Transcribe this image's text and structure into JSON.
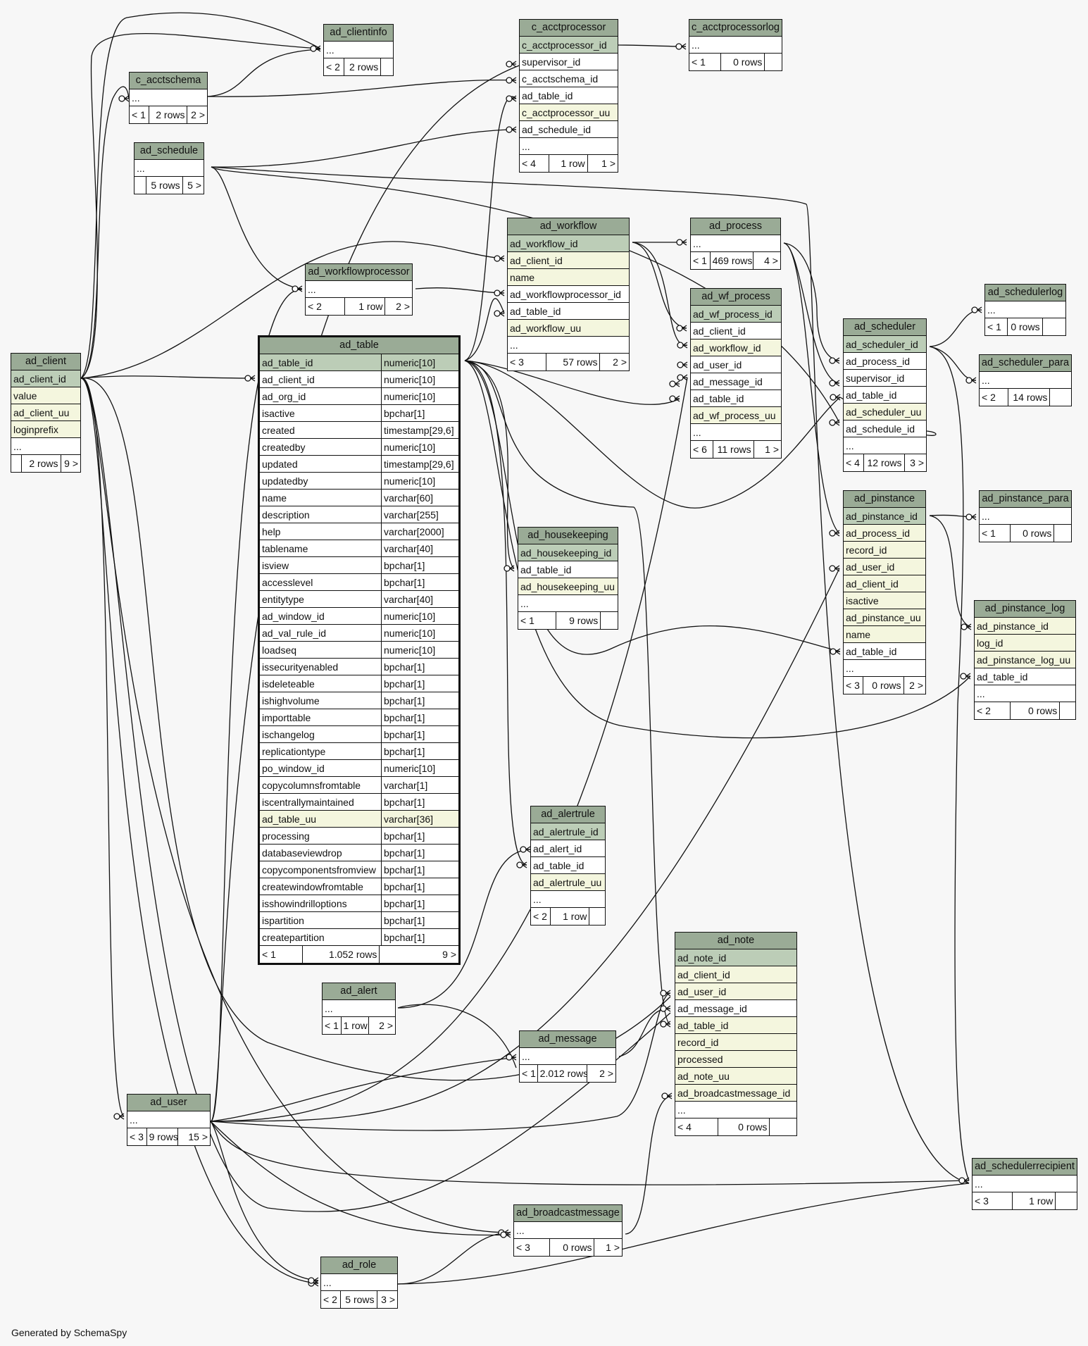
{
  "footer": "Generated by SchemaSpy",
  "tables": [
    {
      "id": "ad_client",
      "title": "ad_client",
      "rows": [
        {
          "t": "ad_client_id",
          "k": "pk"
        },
        {
          "t": "value",
          "k": "uu"
        },
        {
          "t": "ad_client_uu",
          "k": "uu"
        },
        {
          "t": "loginprefix",
          "k": "uu"
        },
        {
          "t": "...",
          "k": "plain"
        }
      ],
      "foot": [
        "",
        "2 rows",
        "9 >"
      ]
    },
    {
      "id": "ad_clientinfo",
      "title": "ad_clientinfo",
      "rows": [
        {
          "t": "...",
          "k": "plain"
        }
      ],
      "foot": [
        "< 2",
        "2 rows",
        ""
      ]
    },
    {
      "id": "c_acctschema",
      "title": "c_acctschema",
      "rows": [
        {
          "t": "...",
          "k": "plain"
        }
      ],
      "foot": [
        "< 1",
        "2 rows",
        "2 >"
      ]
    },
    {
      "id": "ad_schedule",
      "title": "ad_schedule",
      "rows": [
        {
          "t": "...",
          "k": "plain"
        }
      ],
      "foot": [
        "",
        "5 rows",
        "5 >"
      ]
    },
    {
      "id": "c_acctprocessor",
      "title": "c_acctprocessor",
      "rows": [
        {
          "t": "c_acctprocessor_id",
          "k": "pk"
        },
        {
          "t": "supervisor_id",
          "k": "plain"
        },
        {
          "t": "c_acctschema_id",
          "k": "plain"
        },
        {
          "t": "ad_table_id",
          "k": "plain"
        },
        {
          "t": "c_acctprocessor_uu",
          "k": "uu"
        },
        {
          "t": "ad_schedule_id",
          "k": "plain"
        },
        {
          "t": "...",
          "k": "plain"
        }
      ],
      "foot": [
        "< 4",
        "1 row",
        "1 >"
      ]
    },
    {
      "id": "c_acctprocessorlog",
      "title": "c_acctprocessorlog",
      "rows": [
        {
          "t": "...",
          "k": "plain"
        }
      ],
      "foot": [
        "< 1",
        "0 rows",
        ""
      ]
    },
    {
      "id": "ad_workflow",
      "title": "ad_workflow",
      "rows": [
        {
          "t": "ad_workflow_id",
          "k": "pk"
        },
        {
          "t": "ad_client_id",
          "k": "uu"
        },
        {
          "t": "name",
          "k": "uu"
        },
        {
          "t": "ad_workflowprocessor_id",
          "k": "plain"
        },
        {
          "t": "ad_table_id",
          "k": "plain"
        },
        {
          "t": "ad_workflow_uu",
          "k": "uu"
        },
        {
          "t": "...",
          "k": "plain"
        }
      ],
      "foot": [
        "< 3",
        "57 rows",
        "2 >"
      ]
    },
    {
      "id": "ad_process",
      "title": "ad_process",
      "rows": [
        {
          "t": "...",
          "k": "plain"
        }
      ],
      "foot": [
        "< 1",
        "469 rows",
        "4 >"
      ]
    },
    {
      "id": "ad_workflowprocessor",
      "title": "ad_workflowprocessor",
      "rows": [
        {
          "t": "...",
          "k": "plain"
        }
      ],
      "foot": [
        "< 2",
        "1 row",
        "2 >"
      ]
    },
    {
      "id": "ad_wf_process",
      "title": "ad_wf_process",
      "rows": [
        {
          "t": "ad_wf_process_id",
          "k": "pk"
        },
        {
          "t": "ad_client_id",
          "k": "plain"
        },
        {
          "t": "ad_workflow_id",
          "k": "uu"
        },
        {
          "t": "ad_user_id",
          "k": "plain"
        },
        {
          "t": "ad_message_id",
          "k": "plain"
        },
        {
          "t": "ad_table_id",
          "k": "plain"
        },
        {
          "t": "ad_wf_process_uu",
          "k": "uu"
        },
        {
          "t": "...",
          "k": "plain"
        }
      ],
      "foot": [
        "< 6",
        "11 rows",
        "1 >"
      ]
    },
    {
      "id": "ad_schedulerlog",
      "title": "ad_schedulerlog",
      "rows": [
        {
          "t": "...",
          "k": "plain"
        }
      ],
      "foot": [
        "< 1",
        "0 rows",
        ""
      ]
    },
    {
      "id": "ad_scheduler",
      "title": "ad_scheduler",
      "rows": [
        {
          "t": "ad_scheduler_id",
          "k": "pk"
        },
        {
          "t": "ad_process_id",
          "k": "plain"
        },
        {
          "t": "supervisor_id",
          "k": "plain"
        },
        {
          "t": "ad_table_id",
          "k": "plain"
        },
        {
          "t": "ad_scheduler_uu",
          "k": "uu"
        },
        {
          "t": "ad_schedule_id",
          "k": "plain"
        },
        {
          "t": "...",
          "k": "plain"
        }
      ],
      "foot": [
        "< 4",
        "12 rows",
        "3 >"
      ]
    },
    {
      "id": "ad_scheduler_para",
      "title": "ad_scheduler_para",
      "rows": [
        {
          "t": "...",
          "k": "plain"
        }
      ],
      "foot": [
        "< 2",
        "14 rows",
        ""
      ]
    },
    {
      "id": "ad_housekeeping",
      "title": "ad_housekeeping",
      "rows": [
        {
          "t": "ad_housekeeping_id",
          "k": "pk"
        },
        {
          "t": "ad_table_id",
          "k": "plain"
        },
        {
          "t": "ad_housekeeping_uu",
          "k": "uu"
        },
        {
          "t": "...",
          "k": "plain"
        }
      ],
      "foot": [
        "< 1",
        "9 rows",
        ""
      ]
    },
    {
      "id": "ad_pinstance",
      "title": "ad_pinstance",
      "rows": [
        {
          "t": "ad_pinstance_id",
          "k": "pk"
        },
        {
          "t": "ad_process_id",
          "k": "uu"
        },
        {
          "t": "record_id",
          "k": "uu"
        },
        {
          "t": "ad_user_id",
          "k": "uu"
        },
        {
          "t": "ad_client_id",
          "k": "uu"
        },
        {
          "t": "isactive",
          "k": "uu"
        },
        {
          "t": "ad_pinstance_uu",
          "k": "uu"
        },
        {
          "t": "name",
          "k": "uu"
        },
        {
          "t": "ad_table_id",
          "k": "plain"
        },
        {
          "t": "...",
          "k": "plain"
        }
      ],
      "foot": [
        "< 3",
        "0 rows",
        "2 >"
      ]
    },
    {
      "id": "ad_pinstance_para",
      "title": "ad_pinstance_para",
      "rows": [
        {
          "t": "...",
          "k": "plain"
        }
      ],
      "foot": [
        "< 1",
        "0 rows",
        ""
      ]
    },
    {
      "id": "ad_pinstance_log",
      "title": "ad_pinstance_log",
      "rows": [
        {
          "t": "ad_pinstance_id",
          "k": "uu"
        },
        {
          "t": "log_id",
          "k": "uu"
        },
        {
          "t": "ad_pinstance_log_uu",
          "k": "uu"
        },
        {
          "t": "ad_table_id",
          "k": "plain"
        },
        {
          "t": "...",
          "k": "plain"
        }
      ],
      "foot": [
        "< 2",
        "0 rows",
        ""
      ]
    },
    {
      "id": "ad_alertrule",
      "title": "ad_alertrule",
      "rows": [
        {
          "t": "ad_alertrule_id",
          "k": "pk"
        },
        {
          "t": "ad_alert_id",
          "k": "plain"
        },
        {
          "t": "ad_table_id",
          "k": "plain"
        },
        {
          "t": "ad_alertrule_uu",
          "k": "uu"
        },
        {
          "t": "...",
          "k": "plain"
        }
      ],
      "foot": [
        "< 2",
        "1 row",
        ""
      ]
    },
    {
      "id": "ad_alert",
      "title": "ad_alert",
      "rows": [
        {
          "t": "...",
          "k": "plain"
        }
      ],
      "foot": [
        "< 1",
        "1 row",
        "2 >"
      ]
    },
    {
      "id": "ad_message",
      "title": "ad_message",
      "rows": [
        {
          "t": "...",
          "k": "plain"
        }
      ],
      "foot": [
        "< 1",
        "2.012 rows",
        "2 >"
      ]
    },
    {
      "id": "ad_note",
      "title": "ad_note",
      "rows": [
        {
          "t": "ad_note_id",
          "k": "pk"
        },
        {
          "t": "ad_client_id",
          "k": "uu"
        },
        {
          "t": "ad_user_id",
          "k": "uu"
        },
        {
          "t": "ad_message_id",
          "k": "plain"
        },
        {
          "t": "ad_table_id",
          "k": "uu"
        },
        {
          "t": "record_id",
          "k": "uu"
        },
        {
          "t": "processed",
          "k": "uu"
        },
        {
          "t": "ad_note_uu",
          "k": "uu"
        },
        {
          "t": "ad_broadcastmessage_id",
          "k": "uu"
        },
        {
          "t": "...",
          "k": "plain"
        }
      ],
      "foot": [
        "< 4",
        "0 rows",
        ""
      ]
    },
    {
      "id": "ad_user",
      "title": "ad_user",
      "rows": [
        {
          "t": "...",
          "k": "plain"
        }
      ],
      "foot": [
        "< 3",
        "9 rows",
        "15 >"
      ]
    },
    {
      "id": "ad_broadcastmessage",
      "title": "ad_broadcastmessage",
      "rows": [
        {
          "t": "...",
          "k": "plain"
        }
      ],
      "foot": [
        "< 3",
        "0 rows",
        "1 >"
      ]
    },
    {
      "id": "ad_role",
      "title": "ad_role",
      "rows": [
        {
          "t": "...",
          "k": "plain"
        }
      ],
      "foot": [
        "< 2",
        "5 rows",
        "3 >"
      ]
    },
    {
      "id": "ad_schedulerrecipient",
      "title": "ad_schedulerrecipient",
      "rows": [
        {
          "t": "...",
          "k": "plain"
        }
      ],
      "foot": [
        "< 3",
        "1 row",
        ""
      ]
    }
  ],
  "focus_table": {
    "id": "ad_table",
    "title": "ad_table",
    "columns": [
      {
        "name": "ad_table_id",
        "type": "numeric[10]",
        "k": "pk"
      },
      {
        "name": "ad_client_id",
        "type": "numeric[10]",
        "k": "plain"
      },
      {
        "name": "ad_org_id",
        "type": "numeric[10]",
        "k": "plain"
      },
      {
        "name": "isactive",
        "type": "bpchar[1]",
        "k": "plain"
      },
      {
        "name": "created",
        "type": "timestamp[29,6]",
        "k": "plain"
      },
      {
        "name": "createdby",
        "type": "numeric[10]",
        "k": "plain"
      },
      {
        "name": "updated",
        "type": "timestamp[29,6]",
        "k": "plain"
      },
      {
        "name": "updatedby",
        "type": "numeric[10]",
        "k": "plain"
      },
      {
        "name": "name",
        "type": "varchar[60]",
        "k": "plain"
      },
      {
        "name": "description",
        "type": "varchar[255]",
        "k": "plain"
      },
      {
        "name": "help",
        "type": "varchar[2000]",
        "k": "plain"
      },
      {
        "name": "tablename",
        "type": "varchar[40]",
        "k": "plain"
      },
      {
        "name": "isview",
        "type": "bpchar[1]",
        "k": "plain"
      },
      {
        "name": "accesslevel",
        "type": "bpchar[1]",
        "k": "plain"
      },
      {
        "name": "entitytype",
        "type": "varchar[40]",
        "k": "plain"
      },
      {
        "name": "ad_window_id",
        "type": "numeric[10]",
        "k": "plain"
      },
      {
        "name": "ad_val_rule_id",
        "type": "numeric[10]",
        "k": "plain"
      },
      {
        "name": "loadseq",
        "type": "numeric[10]",
        "k": "plain"
      },
      {
        "name": "issecurityenabled",
        "type": "bpchar[1]",
        "k": "plain"
      },
      {
        "name": "isdeleteable",
        "type": "bpchar[1]",
        "k": "plain"
      },
      {
        "name": "ishighvolume",
        "type": "bpchar[1]",
        "k": "plain"
      },
      {
        "name": "importtable",
        "type": "bpchar[1]",
        "k": "plain"
      },
      {
        "name": "ischangelog",
        "type": "bpchar[1]",
        "k": "plain"
      },
      {
        "name": "replicationtype",
        "type": "bpchar[1]",
        "k": "plain"
      },
      {
        "name": "po_window_id",
        "type": "numeric[10]",
        "k": "plain"
      },
      {
        "name": "copycolumnsfromtable",
        "type": "varchar[1]",
        "k": "plain"
      },
      {
        "name": "iscentrallymaintained",
        "type": "bpchar[1]",
        "k": "plain"
      },
      {
        "name": "ad_table_uu",
        "type": "varchar[36]",
        "k": "uu"
      },
      {
        "name": "processing",
        "type": "bpchar[1]",
        "k": "plain"
      },
      {
        "name": "databaseviewdrop",
        "type": "bpchar[1]",
        "k": "plain"
      },
      {
        "name": "copycomponentsfromview",
        "type": "bpchar[1]",
        "k": "plain"
      },
      {
        "name": "createwindowfromtable",
        "type": "bpchar[1]",
        "k": "plain"
      },
      {
        "name": "isshowindrilloptions",
        "type": "bpchar[1]",
        "k": "plain"
      },
      {
        "name": "ispartition",
        "type": "bpchar[1]",
        "k": "plain"
      },
      {
        "name": "createpartition",
        "type": "bpchar[1]",
        "k": "plain"
      }
    ],
    "foot": [
      "< 1",
      "1.052 rows",
      "9 >"
    ]
  },
  "colors": {
    "header": "#9aab96",
    "primary_key": "#bccdb7",
    "indexed": "#f4f6de",
    "background": "#f7f7f7",
    "line": "#111111"
  }
}
